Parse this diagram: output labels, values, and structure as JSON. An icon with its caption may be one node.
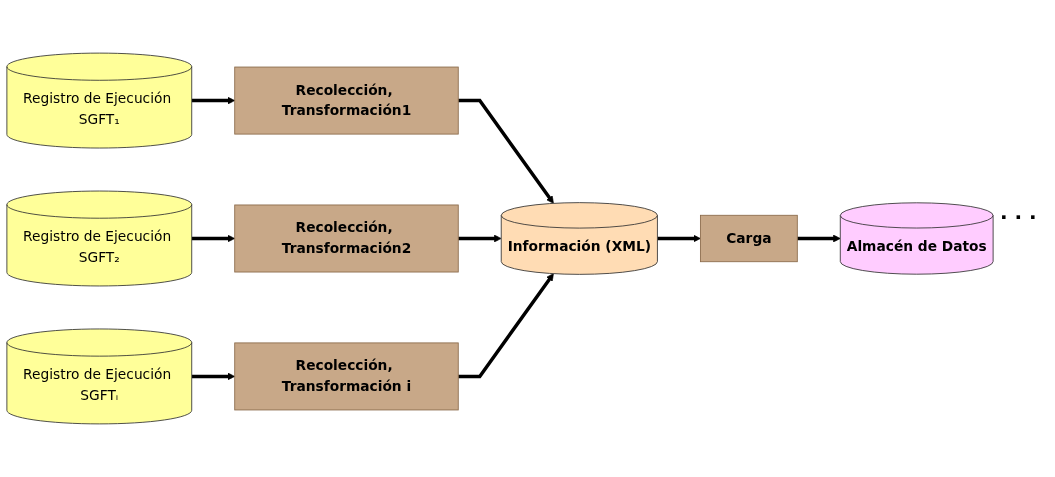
{
  "diagram": {
    "nodes": [
      {
        "text": [
          "Registro de Ejecución SGFT₁"
        ]
      },
      {
        "text": [
          "Recolección, Transformación1"
        ]
      },
      {
        "text": [
          "Registro de Ejecución SGFT₂"
        ]
      },
      {
        "text": [
          "Recolección, Transformación2"
        ]
      },
      {
        "text": [
          "Registro de Ejecución SGFTᵢ"
        ]
      },
      {
        "text": [
          "Recolección, Transformación i"
        ]
      },
      {
        "text": [
          "Información (XML)"
        ]
      },
      {
        "text": [
          "Carga"
        ]
      },
      {
        "text": [
          "Almacén de Datos"
        ]
      }
    ],
    "edges": [
      {
        "from": 0,
        "to": 1,
        "arrow": "to"
      },
      {
        "from": 1,
        "to": 6,
        "arrow": "to"
      },
      {
        "from": 2,
        "to": 3,
        "arrow": "to"
      },
      {
        "from": 3,
        "to": 6,
        "arrow": "to"
      },
      {
        "from": 4,
        "to": 5,
        "arrow": "to"
      },
      {
        "from": 5,
        "to": 6,
        "arrow": "to"
      },
      {
        "from": 6,
        "to": 7,
        "arrow": "to"
      },
      {
        "from": 7,
        "to": 8,
        "arrow": "to"
      }
    ],
    "labels": [
      ". . ."
    ]
  }
}
